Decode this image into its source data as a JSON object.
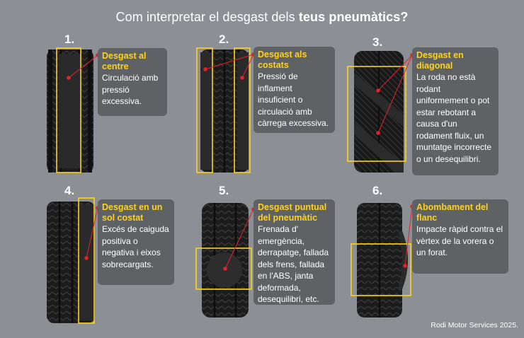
{
  "title": {
    "normal": "Com interpretar el desgast dels ",
    "bold": "teus pneumàtics?"
  },
  "colors": {
    "background": "#8c9094",
    "box": "#5f6265",
    "accent": "#ffd21a",
    "marker": "#e8202a",
    "tire": "#1a1a1a"
  },
  "items": [
    {
      "num": "1.",
      "heading": "Desgast al centre",
      "text": "Circulació amb pressió excessiva."
    },
    {
      "num": "2.",
      "heading": "Desgast als costats",
      "text": "Pressió de inflament insuficient o circulació amb càrrega excessiva."
    },
    {
      "num": "3.",
      "heading": "Desgast en diagonal",
      "text": "La roda no està rodant uniformement o pot estar rebotant a causa d'un rodament fluix, un muntatge incorrecte o un desequilibri."
    },
    {
      "num": "4.",
      "heading": "Desgast en un sol costat",
      "text": "Excés de caiguda positiva o negativa i eixos sobrecargats."
    },
    {
      "num": "5.",
      "heading": "Desgast puntual del pneumàtic",
      "text": "Frenada d' emergència, derrapatge, fallada dels frens, fallada en l'ABS, janta deformada, desequilibri, etc."
    },
    {
      "num": "6.",
      "heading": "Abombament del flanc",
      "text": "Impacte ràpid contra el vèrtex de la vorera o un forat."
    }
  ],
  "credit": "Rodi Motor Services 2025."
}
